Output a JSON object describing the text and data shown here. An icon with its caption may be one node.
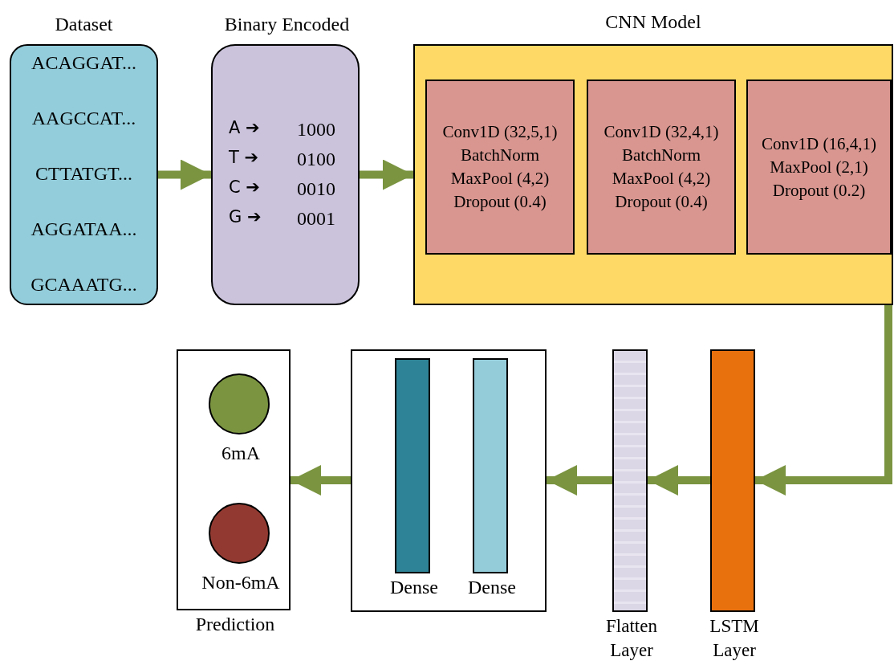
{
  "diagram": {
    "nodes": [
      {
        "text": [
          "Dataset",
          "ACAGGAT...",
          "AAGCCAT...",
          "CTTATGT...",
          "AGGATAA...",
          "GCAAATG..."
        ]
      },
      {
        "text": [
          "Binary Encoded",
          "A ➔",
          "1000",
          "T ➔",
          "0100",
          "C ➔",
          "0010",
          "G ➔",
          "0001"
        ]
      },
      {
        "text": [
          "CNN Model"
        ]
      },
      {
        "text": [
          "Conv1D (32,5,1)",
          "BatchNorm",
          "MaxPool (4,2)",
          "Dropout (0.4)"
        ],
        "in": 2
      },
      {
        "text": [
          "Conv1D (32,4,1)",
          "BatchNorm",
          "MaxPool (4,2)",
          "Dropout (0.4)"
        ],
        "in": 2
      },
      {
        "text": [
          "Conv1D (16,4,1)",
          "MaxPool (2,1)",
          "Dropout (0.2)"
        ],
        "in": 2
      },
      {
        "text": [
          "LSTM Layer"
        ]
      },
      {
        "text": [
          "Flatten Layer"
        ]
      },
      {
        "text": [],
        "shape": "box"
      },
      {
        "text": [
          "Dense"
        ],
        "in": 8
      },
      {
        "text": [
          "Dense"
        ],
        "in": 8
      },
      {
        "text": [
          "Prediction"
        ]
      },
      {
        "text": [
          "6mA"
        ],
        "in": 11
      },
      {
        "text": [
          "Non-6mA"
        ],
        "in": 11
      }
    ],
    "edges": [
      {
        "from": 0,
        "to": 1,
        "arrow": "to"
      },
      {
        "from": 1,
        "to": 2,
        "arrow": "to"
      },
      {
        "from": 2,
        "to": 6,
        "arrow": "to"
      },
      {
        "from": 6,
        "to": 7,
        "arrow": "to"
      },
      {
        "from": 7,
        "to": 8,
        "arrow": "to"
      },
      {
        "from": 8,
        "to": 11,
        "arrow": "to"
      }
    ]
  }
}
